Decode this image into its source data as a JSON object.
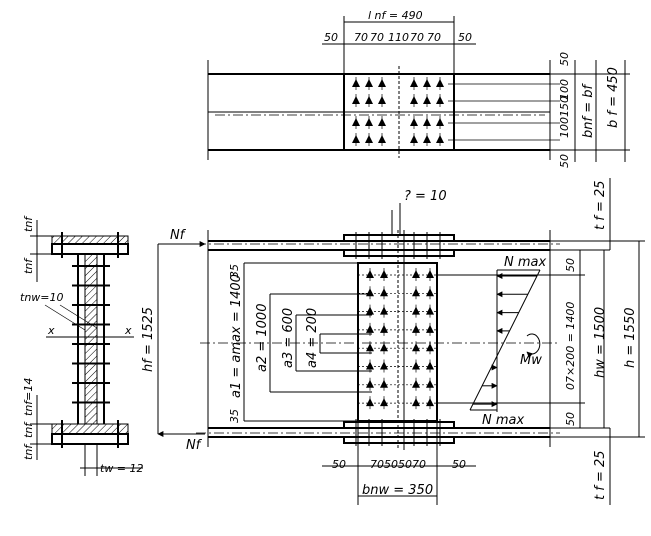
{
  "top_view": {
    "length_label": "l nf = 490",
    "top_dims": [
      "50",
      "70",
      "70",
      "110",
      "70",
      "70",
      "50"
    ],
    "right_dims": [
      "50",
      "100",
      "150",
      "100",
      "50"
    ],
    "bnf_label": "bnf = bf",
    "bf_label": "b f = 450"
  },
  "cross_section": {
    "tnf_top": "tnf",
    "tnf_top2": "tnf",
    "tnw_label": "tnw=10",
    "axis_x_left": "x",
    "axis_x_right": "x",
    "tnf_14": "tnf=14",
    "tnf_bot1": "tnf",
    "tnf_bot2": "tnf",
    "tw_label": "tw = 12"
  },
  "front_view": {
    "hole_label": "? = 10",
    "nf_top": "Nf",
    "nf_bottom": "Nf",
    "hf_label": "hf = 1525",
    "a1_label": "a1 = amax = 1400",
    "a2_label": "a2 = 1000",
    "a3_label": "a3 = 600",
    "a4_label": "a4 = 200",
    "dim_35_top": "35",
    "dim_35_bot": "35",
    "nmax_top": "N max",
    "nmax_bot": "N max",
    "mw_label": "Mw",
    "bottom_dims": [
      "50",
      "70",
      "50",
      "50",
      "70",
      "50"
    ],
    "bnw_label": "bnw = 350",
    "right_50_top": "50",
    "right_mid": "07×200 = 1400",
    "right_50_bot": "50",
    "hw_label": "hw = 1500",
    "h_label": "h = 1550",
    "tf_top": "t f = 25",
    "tf_bot": "t f = 25"
  }
}
